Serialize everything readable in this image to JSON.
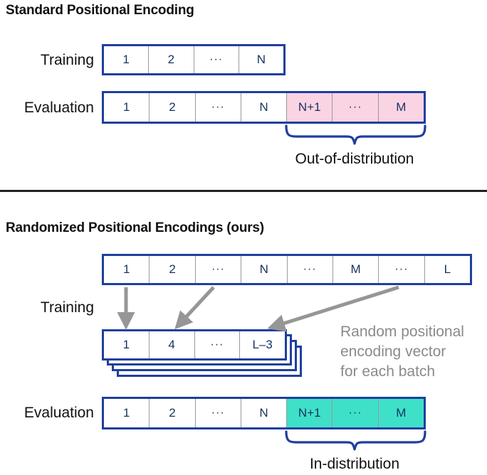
{
  "figure": {
    "background": "#ffffff",
    "box_border_color": "#1f3f9e",
    "cell_text_color": "#17325f",
    "ood_fill": "#fbd4e4",
    "ind_fill": "#3fe0c8",
    "arrow_color": "#969696",
    "note_color": "#8a8a8a",
    "divider_color": "#222222"
  },
  "standard": {
    "title": "Standard Positional Encoding",
    "training": {
      "label": "Training",
      "cells": [
        {
          "text": "1",
          "kind": "normal"
        },
        {
          "text": "2",
          "kind": "normal"
        },
        {
          "text": "···",
          "kind": "ellipsis"
        },
        {
          "text": "N",
          "kind": "normal"
        }
      ]
    },
    "evaluation": {
      "label": "Evaluation",
      "cells": [
        {
          "text": "1",
          "kind": "normal"
        },
        {
          "text": "2",
          "kind": "normal"
        },
        {
          "text": "···",
          "kind": "ellipsis"
        },
        {
          "text": "N",
          "kind": "normal"
        },
        {
          "text": "N+1",
          "kind": "ood"
        },
        {
          "text": "···",
          "kind": "ood-ellipsis"
        },
        {
          "text": "M",
          "kind": "ood"
        }
      ]
    },
    "brace_caption": "Out-of-distribution"
  },
  "randomized": {
    "title": "Randomized Positional Encodings (ours)",
    "training": {
      "label": "Training",
      "full_range_cells": [
        {
          "text": "1",
          "kind": "normal"
        },
        {
          "text": "2",
          "kind": "normal"
        },
        {
          "text": "···",
          "kind": "ellipsis"
        },
        {
          "text": "N",
          "kind": "normal"
        },
        {
          "text": "···",
          "kind": "ellipsis"
        },
        {
          "text": "M",
          "kind": "normal"
        },
        {
          "text": "···",
          "kind": "ellipsis"
        },
        {
          "text": "L",
          "kind": "normal"
        }
      ],
      "sampled_cells": [
        {
          "text": "1",
          "kind": "normal"
        },
        {
          "text": "4",
          "kind": "normal"
        },
        {
          "text": "···",
          "kind": "ellipsis"
        },
        {
          "text": "L–3",
          "kind": "normal"
        }
      ],
      "stack_depth": 4
    },
    "note": {
      "line1": "Random positional",
      "line2": "encoding vector",
      "line3": "for each batch"
    },
    "evaluation": {
      "label": "Evaluation",
      "cells": [
        {
          "text": "1",
          "kind": "normal"
        },
        {
          "text": "2",
          "kind": "normal"
        },
        {
          "text": "···",
          "kind": "ellipsis"
        },
        {
          "text": "N",
          "kind": "normal"
        },
        {
          "text": "N+1",
          "kind": "ind"
        },
        {
          "text": "···",
          "kind": "ind-ellipsis"
        },
        {
          "text": "M",
          "kind": "ind"
        }
      ]
    },
    "brace_caption": "In-distribution"
  }
}
